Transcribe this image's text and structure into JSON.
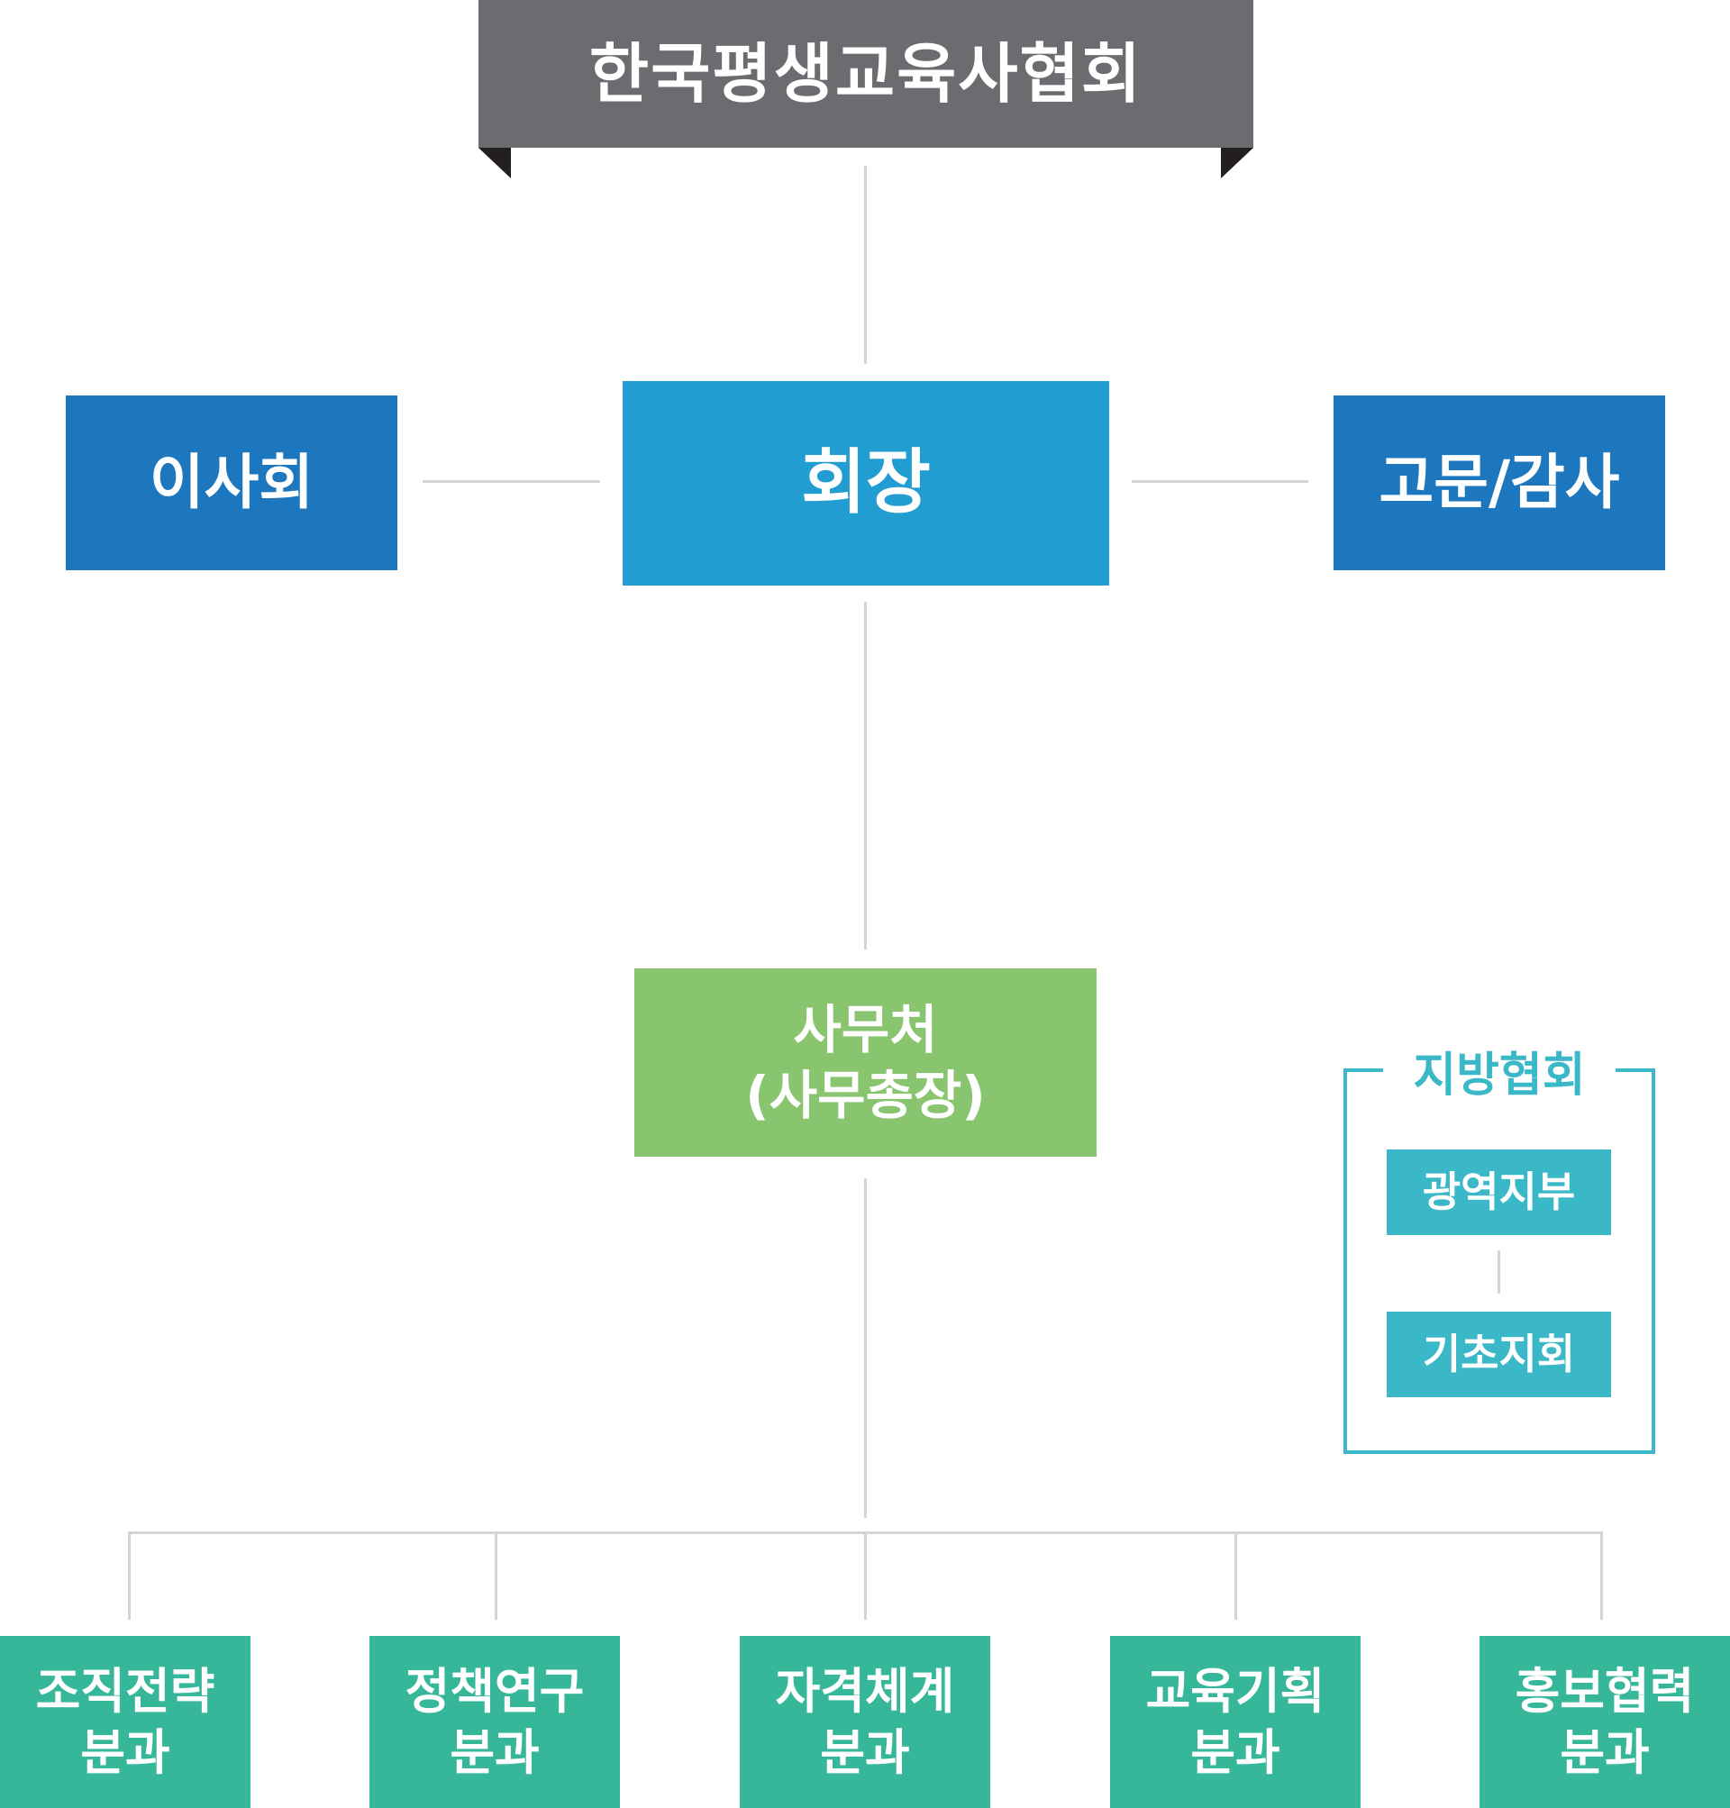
{
  "organization": {
    "title": "한국평생교육사협회",
    "president": "회장",
    "board": "이사회",
    "advisor_audit": "고문/감사",
    "secretariat": {
      "line1": "사무처",
      "line2": "(사무총장)"
    },
    "regional": {
      "title": "지방협회",
      "metro_branch": "광역지부",
      "local_chapter": "기초지회"
    },
    "departments": [
      {
        "line1": "조직전략",
        "line2": "분과"
      },
      {
        "line1": "정책연구",
        "line2": "분과"
      },
      {
        "line1": "자격체계",
        "line2": "분과"
      },
      {
        "line1": "교육기획",
        "line2": "분과"
      },
      {
        "line1": "홍보협력",
        "line2": "분과"
      }
    ]
  },
  "colors": {
    "banner": "#6b6c70",
    "banner_fold": "#231f20",
    "president": "#229dd2",
    "board_advisor": "#1c77bf",
    "secretariat": "#89c46e",
    "regional": "#3ab8c8",
    "department": "#36b79a",
    "connector": "#d4d4d4"
  }
}
